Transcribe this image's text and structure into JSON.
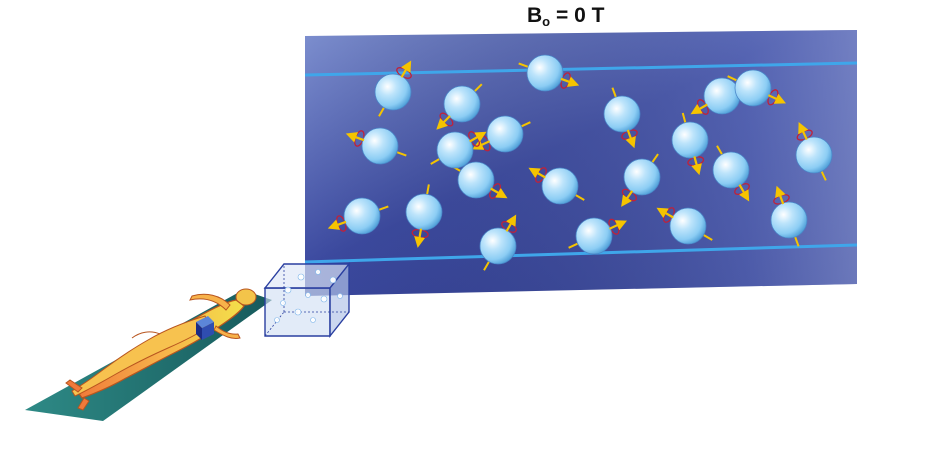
{
  "title": {
    "symbol": "B",
    "subscript": "o",
    "value": "= 0 T"
  },
  "colors": {
    "panel_light": "#7d8fcf",
    "panel_dark": "#2d3a8f",
    "field_line": "#3fa6ea",
    "proton": "#8ccdf4",
    "spin_arrow": "#f5c400",
    "precession_ring": "#c0213a",
    "cube_edge": "#2a3fa0",
    "body": "#f2a04a",
    "mat": "#1f6f6e"
  },
  "protons": [
    {
      "id": "proton-1",
      "spin_angle_deg": 300
    },
    {
      "id": "proton-2",
      "spin_angle_deg": 20
    },
    {
      "id": "proton-3",
      "spin_angle_deg": 135
    },
    {
      "id": "proton-4",
      "spin_angle_deg": 150
    },
    {
      "id": "proton-5",
      "spin_angle_deg": 25
    },
    {
      "id": "proton-6",
      "spin_angle_deg": 70
    },
    {
      "id": "proton-7",
      "spin_angle_deg": 155
    },
    {
      "id": "proton-8",
      "spin_angle_deg": 200
    },
    {
      "id": "proton-9",
      "spin_angle_deg": 30
    },
    {
      "id": "proton-10",
      "spin_angle_deg": 210
    },
    {
      "id": "proton-11",
      "spin_angle_deg": 125
    },
    {
      "id": "proton-12",
      "spin_angle_deg": 60
    },
    {
      "id": "proton-13",
      "spin_angle_deg": 245
    },
    {
      "id": "proton-14",
      "spin_angle_deg": 160
    },
    {
      "id": "proton-15",
      "spin_angle_deg": 100
    },
    {
      "id": "proton-16",
      "spin_angle_deg": 300
    },
    {
      "id": "proton-17",
      "spin_angle_deg": 335
    },
    {
      "id": "proton-18",
      "spin_angle_deg": 210
    },
    {
      "id": "proton-19",
      "spin_angle_deg": 250
    },
    {
      "id": "proton-20",
      "spin_angle_deg": 330
    },
    {
      "id": "proton-21",
      "spin_angle_deg": 75
    }
  ]
}
